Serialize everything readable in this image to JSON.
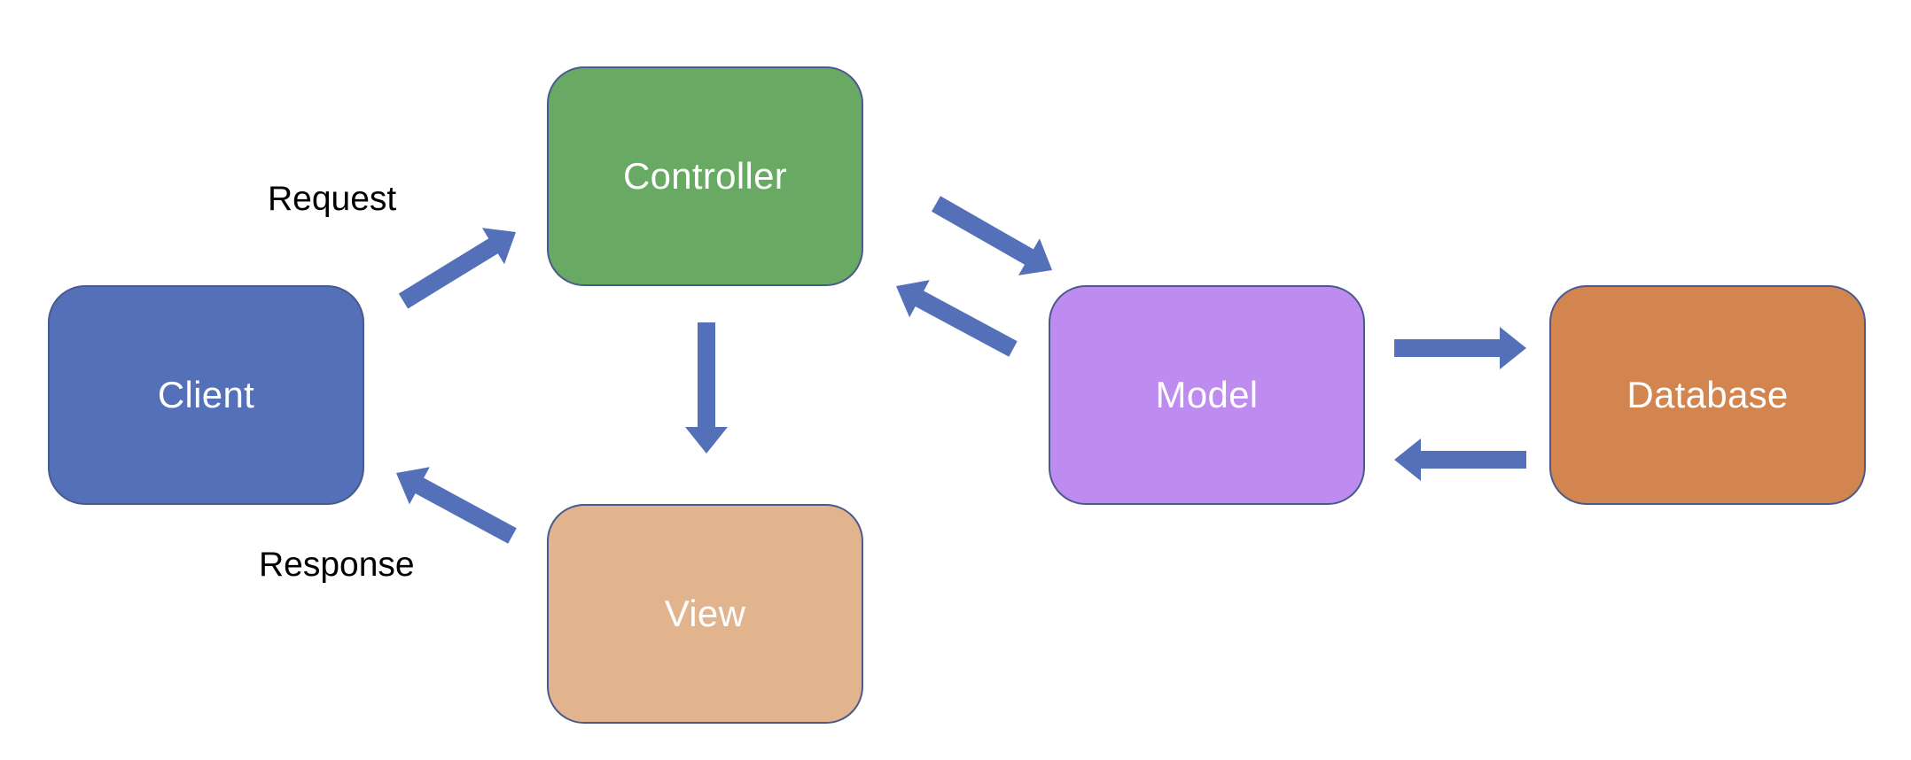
{
  "diagram": {
    "nodes": {
      "client": {
        "label": "Client",
        "color": "#5470b8"
      },
      "controller": {
        "label": "Controller",
        "color": "#68a964"
      },
      "view": {
        "label": "View",
        "color": "#e1b48e"
      },
      "model": {
        "label": "Model",
        "color": "#be8bf0"
      },
      "database": {
        "label": "Database",
        "color": "#d2854f"
      }
    },
    "edge_labels": {
      "request": "Request",
      "response": "Response"
    },
    "arrow_color": "#5470b8",
    "edges": [
      {
        "from": "client",
        "to": "controller",
        "label": "Request"
      },
      {
        "from": "controller",
        "to": "view"
      },
      {
        "from": "controller",
        "to": "model"
      },
      {
        "from": "model",
        "to": "controller"
      },
      {
        "from": "model",
        "to": "database"
      },
      {
        "from": "database",
        "to": "model"
      },
      {
        "from": "view",
        "to": "client",
        "label": "Response"
      }
    ]
  }
}
